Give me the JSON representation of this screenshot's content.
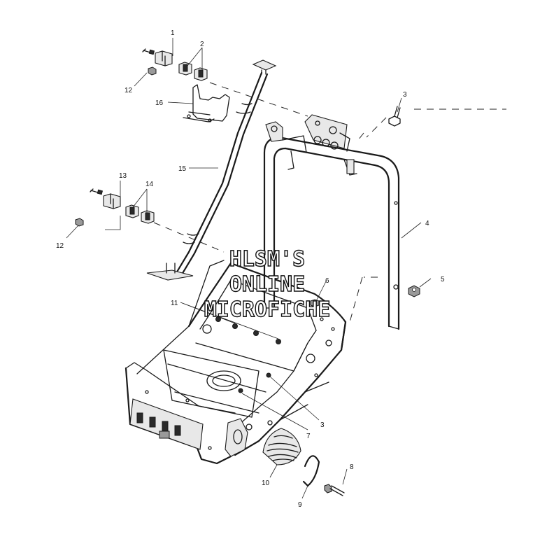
{
  "callouts": {
    "c1": "1",
    "c2": "2",
    "c3a": "3",
    "c3b": "3",
    "c4": "4",
    "c5": "5",
    "c6": "6",
    "c7": "7",
    "c8": "8",
    "c9": "9",
    "c10": "10",
    "c11": "11",
    "c12a": "12",
    "c12b": "12",
    "c13": "13",
    "c14": "14",
    "c15": "15",
    "c16": "16"
  },
  "watermark": {
    "line1": "HLSM'S",
    "line2": "ONLINE",
    "line3": "MICROFICHE"
  }
}
